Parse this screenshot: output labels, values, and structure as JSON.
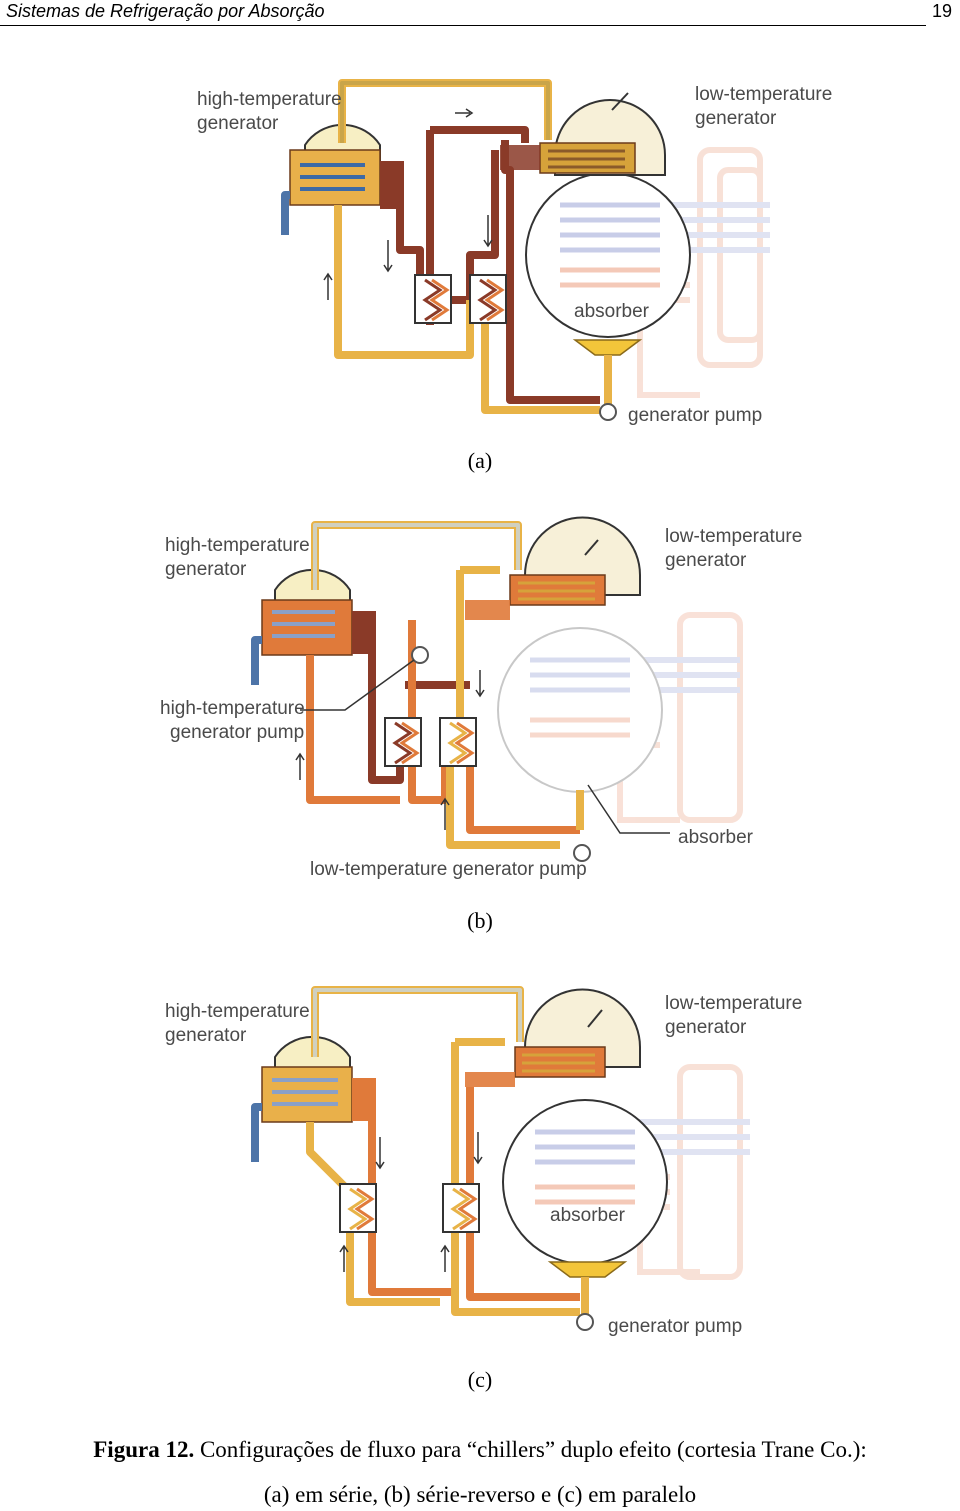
{
  "header": {
    "title": "Sistemas de Refrigeração por Absorção",
    "page_number": "19"
  },
  "figures": [
    {
      "id": "a",
      "sublabel": "(a)",
      "labels": [
        "high-temperature",
        "generator",
        "low-temperature",
        "generator",
        "absorber",
        "generator pump"
      ]
    },
    {
      "id": "b",
      "sublabel": "(b)",
      "labels": [
        "high-temperature",
        "generator",
        "low-temperature",
        "generator",
        "high-temperature",
        "generator pump",
        "absorber",
        "low-temperature generator pump"
      ]
    },
    {
      "id": "c",
      "sublabel": "(c)",
      "labels": [
        "high-temperature",
        "generator",
        "low-temperature",
        "generator",
        "absorber",
        "generator pump"
      ]
    }
  ],
  "caption": {
    "prefix": "Figura 12.",
    "line1": " Configurações de fluxo para “chillers” duplo efeito (cortesia Trane Co.):",
    "line2": "(a) em série, (b) série-reverso e (c) em paralelo"
  },
  "colors": {
    "yellow": "#e8b347",
    "brown": "#8a3a28",
    "orange": "#e07a3a",
    "blue": "#4d74a8",
    "pale": "#f4d0c4",
    "light_blue": "#c8cde8"
  }
}
